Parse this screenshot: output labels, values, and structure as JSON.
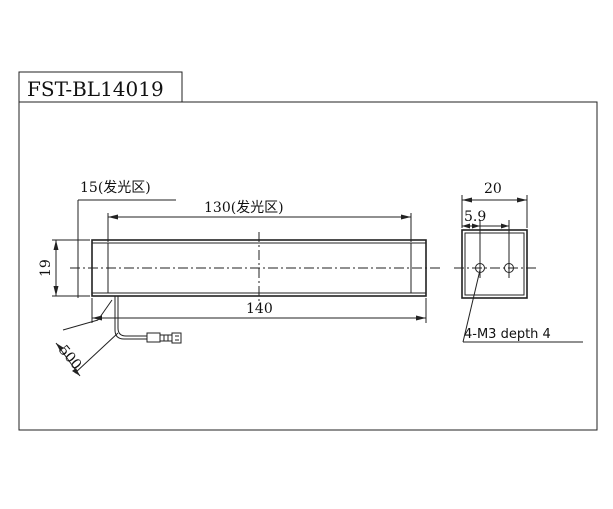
{
  "drawing": {
    "model": "FST-BL14019",
    "front_view": {
      "dim_emitting_width": "15(发光区)",
      "dim_emitting_length": "130(发光区)",
      "dim_height": "19",
      "dim_length": "140",
      "dim_cable": "500"
    },
    "side_view": {
      "dim_width": "20",
      "dim_hole_offset": "5.9",
      "hole_note": "4-M3 depth 4"
    }
  }
}
